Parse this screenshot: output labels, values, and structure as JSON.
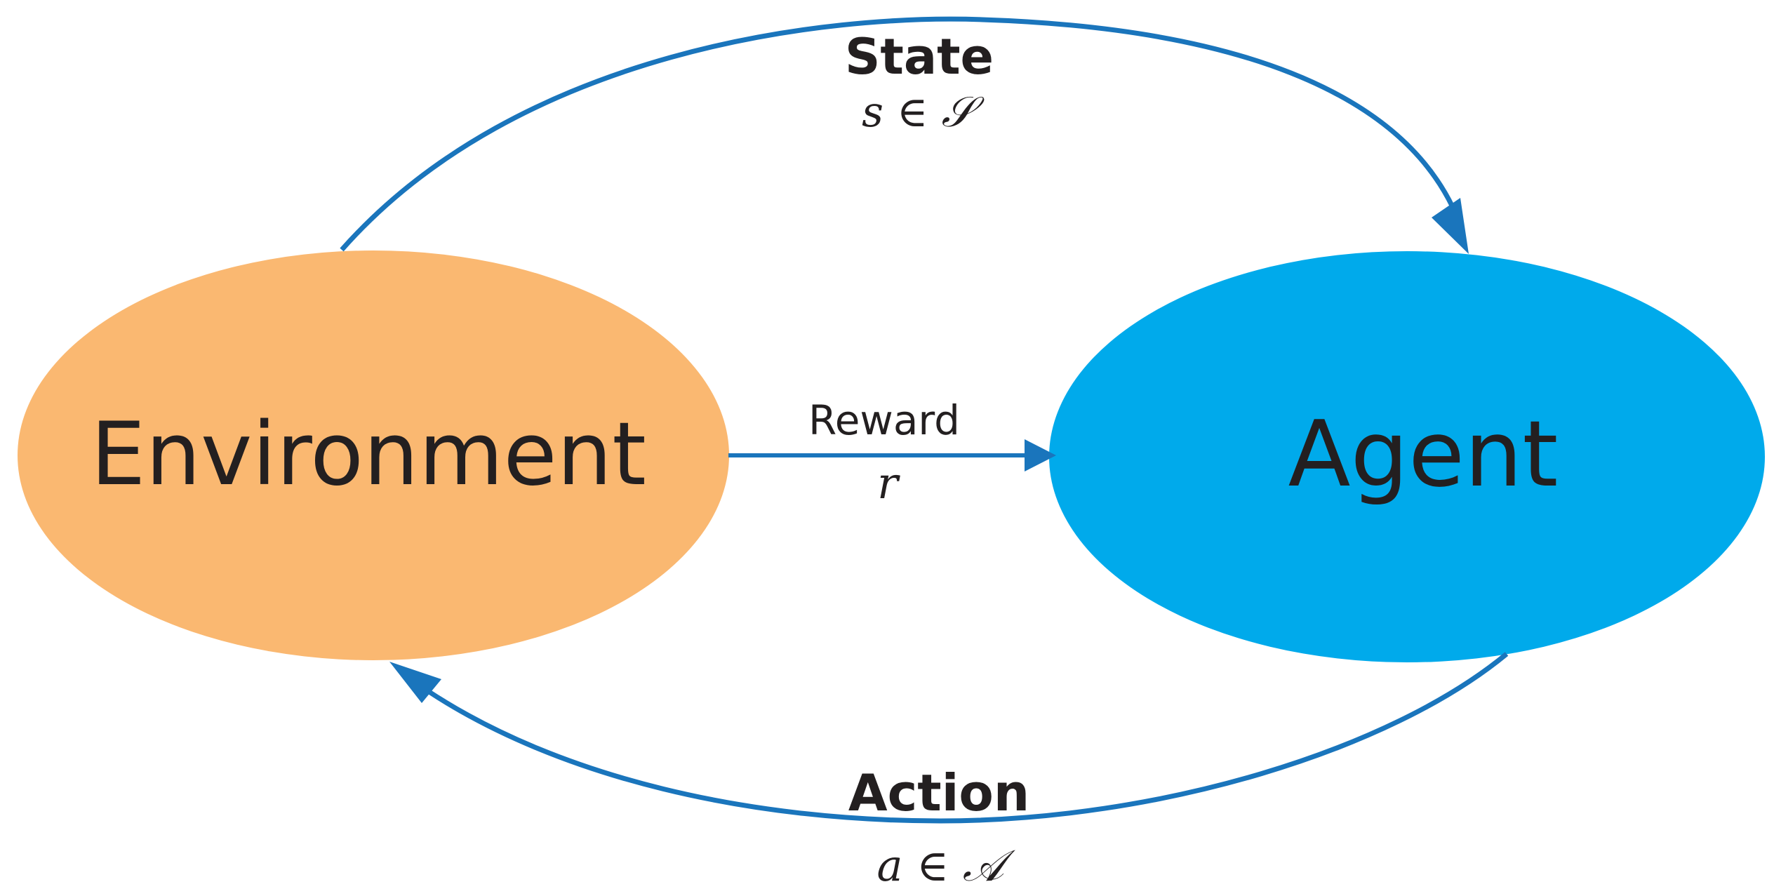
{
  "nodes": {
    "environment": {
      "label": "Environment",
      "color": "#fab871"
    },
    "agent": {
      "label": "Agent",
      "color": "#00aaeb"
    }
  },
  "edges": {
    "state": {
      "title": "State",
      "math": "s ∈ 𝒮"
    },
    "reward": {
      "title": "Reward",
      "math": "r"
    },
    "action": {
      "title": "Action",
      "math": "a ∈ 𝒜"
    }
  },
  "colors": {
    "arrow": "#1a75bc",
    "text": "#231f20"
  }
}
